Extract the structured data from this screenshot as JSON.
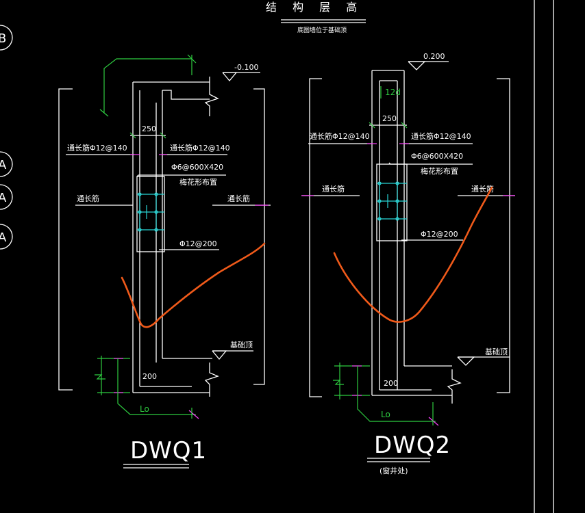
{
  "header": {
    "title": "结 构 层 高",
    "subtitle": "底图墙位于基础顶"
  },
  "axis_bubbles": [
    "B",
    "A",
    "A",
    "A"
  ],
  "dwq1": {
    "name": "DWQ1",
    "elevation": "-0.100",
    "width_top": "250",
    "width_bottom": "200",
    "bar_left": "通长筋Φ12@140",
    "bar_right": "通长筋Φ12@140",
    "tie": "Φ6@600X420",
    "tie_layout": "梅花形布置",
    "through_left": "通长筋",
    "through_right": "通长筋",
    "vertical_bar": "Φ12@200",
    "foundation_top": "基础顶",
    "anchor": "Lo"
  },
  "dwq2": {
    "name": "DWQ2",
    "note": "(窗井处)",
    "elevation": "0.200",
    "anchor_12d": "12d",
    "width_top": "250",
    "width_bottom": "200",
    "bar_left": "通长筋Φ12@140",
    "bar_right": "通长筋Φ12@140",
    "tie": "Φ6@600X420",
    "tie_layout": "梅花形布置",
    "through_left": "通长筋",
    "through_right": "通长筋",
    "vertical_bar": "Φ12@200",
    "foundation_top": "基础顶",
    "anchor": "Lo"
  }
}
